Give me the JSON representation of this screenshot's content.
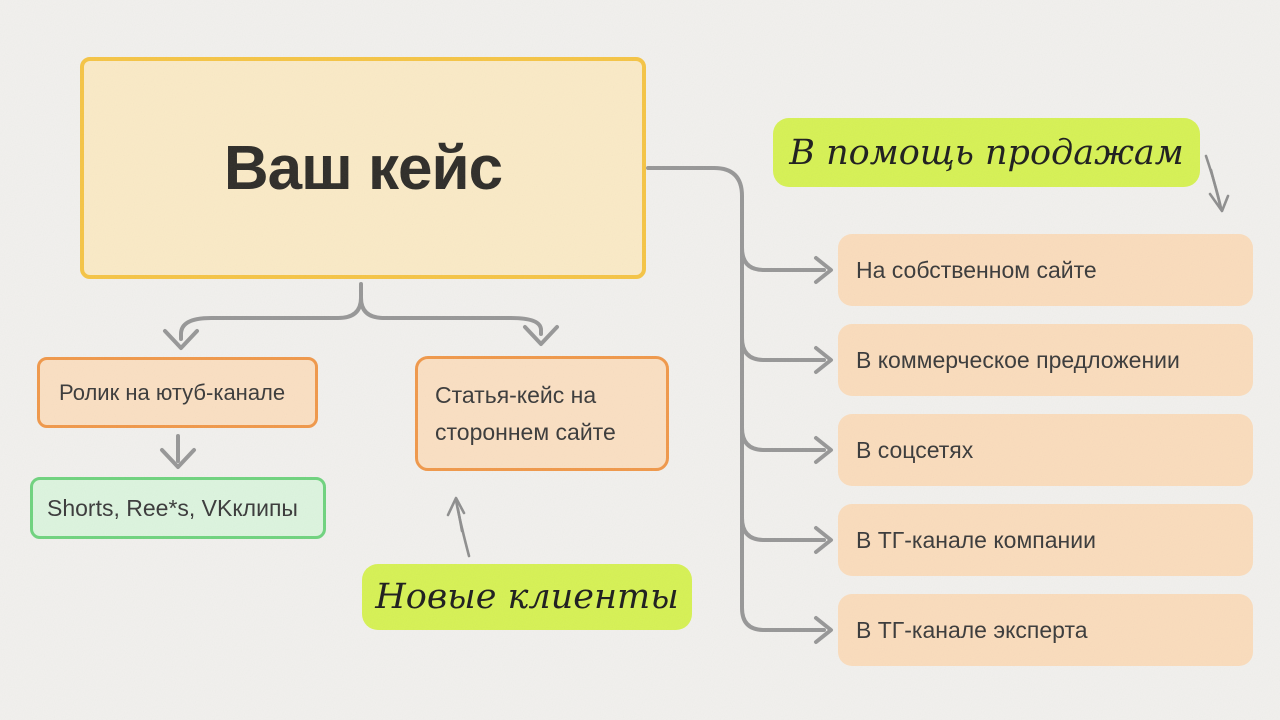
{
  "diagram": {
    "root": {
      "label": "Ваш кейс"
    },
    "annotations": {
      "sales": {
        "text": "В помощь продажам"
      },
      "clients": {
        "text": "Новые клиенты"
      }
    },
    "right_column": {
      "items": [
        {
          "label": "На собственном сайте"
        },
        {
          "label": "В коммерческое предложении"
        },
        {
          "label": "В соцсетях"
        },
        {
          "label": "В ТГ-канале компании"
        },
        {
          "label": "В ТГ-канале эксперта"
        }
      ]
    },
    "left_branch": {
      "youtube": {
        "label": "Ролик на ютуб-канале"
      },
      "shorts": {
        "label": "Shorts, Ree*s, VKклипы"
      },
      "article": {
        "label": "Статья-кейс на стороннем сайте"
      }
    },
    "colors": {
      "background": "#f1f0ed",
      "root_fill": "#faeac6",
      "root_border": "#f5c445",
      "peach_fill": "#fadcbc",
      "orange_border": "#f0984a",
      "green_fill": "#dcf4de",
      "green_border": "#6fd37e",
      "highlight_fill": "#d6f154",
      "connector": "#979797",
      "text": "#3a3a3a"
    }
  }
}
